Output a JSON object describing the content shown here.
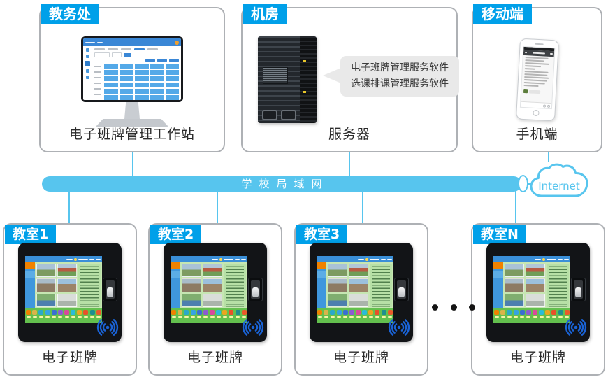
{
  "top": {
    "academic": {
      "tag": "教务处",
      "label": "电子班牌管理工作站"
    },
    "server_room": {
      "tag": "机房",
      "label": "服务器",
      "bubble_line1": "电子班牌管理服务软件",
      "bubble_line2": "选课排课管理服务软件"
    },
    "mobile": {
      "tag": "移动端",
      "label": "手机端"
    }
  },
  "network": {
    "lan_label": "学校局域网",
    "internet_label": "Internet"
  },
  "classrooms": [
    {
      "tag": "教室1",
      "label": "电子班牌"
    },
    {
      "tag": "教室2",
      "label": "电子班牌"
    },
    {
      "tag": "教室3",
      "label": "电子班牌"
    },
    {
      "tag": "教室N",
      "label": "电子班牌"
    }
  ],
  "device": {
    "dock_icon_colors": [
      "#ef8200",
      "#d9b44a",
      "#2ba9c9",
      "#35a3e3",
      "#3a6fd2",
      "#8d5bd3",
      "#d94a9c",
      "#2abcd9",
      "#eaa61f",
      "#e8512a",
      "#1f8f8f",
      "#ea5a2a"
    ]
  },
  "colors": {
    "tag_blue": "#00a0e9",
    "lan_bar_blue": "#57c5ee",
    "cloud_outline_blue": "#57c5ee",
    "box_border_gray": "#aeb1b5",
    "nfc_wave_blue": "#1a63d6",
    "bubble_gray": "#e9e9e9",
    "device_statusbar_blue": "#3a8fd8",
    "device_dock_green": "#63c04e"
  }
}
